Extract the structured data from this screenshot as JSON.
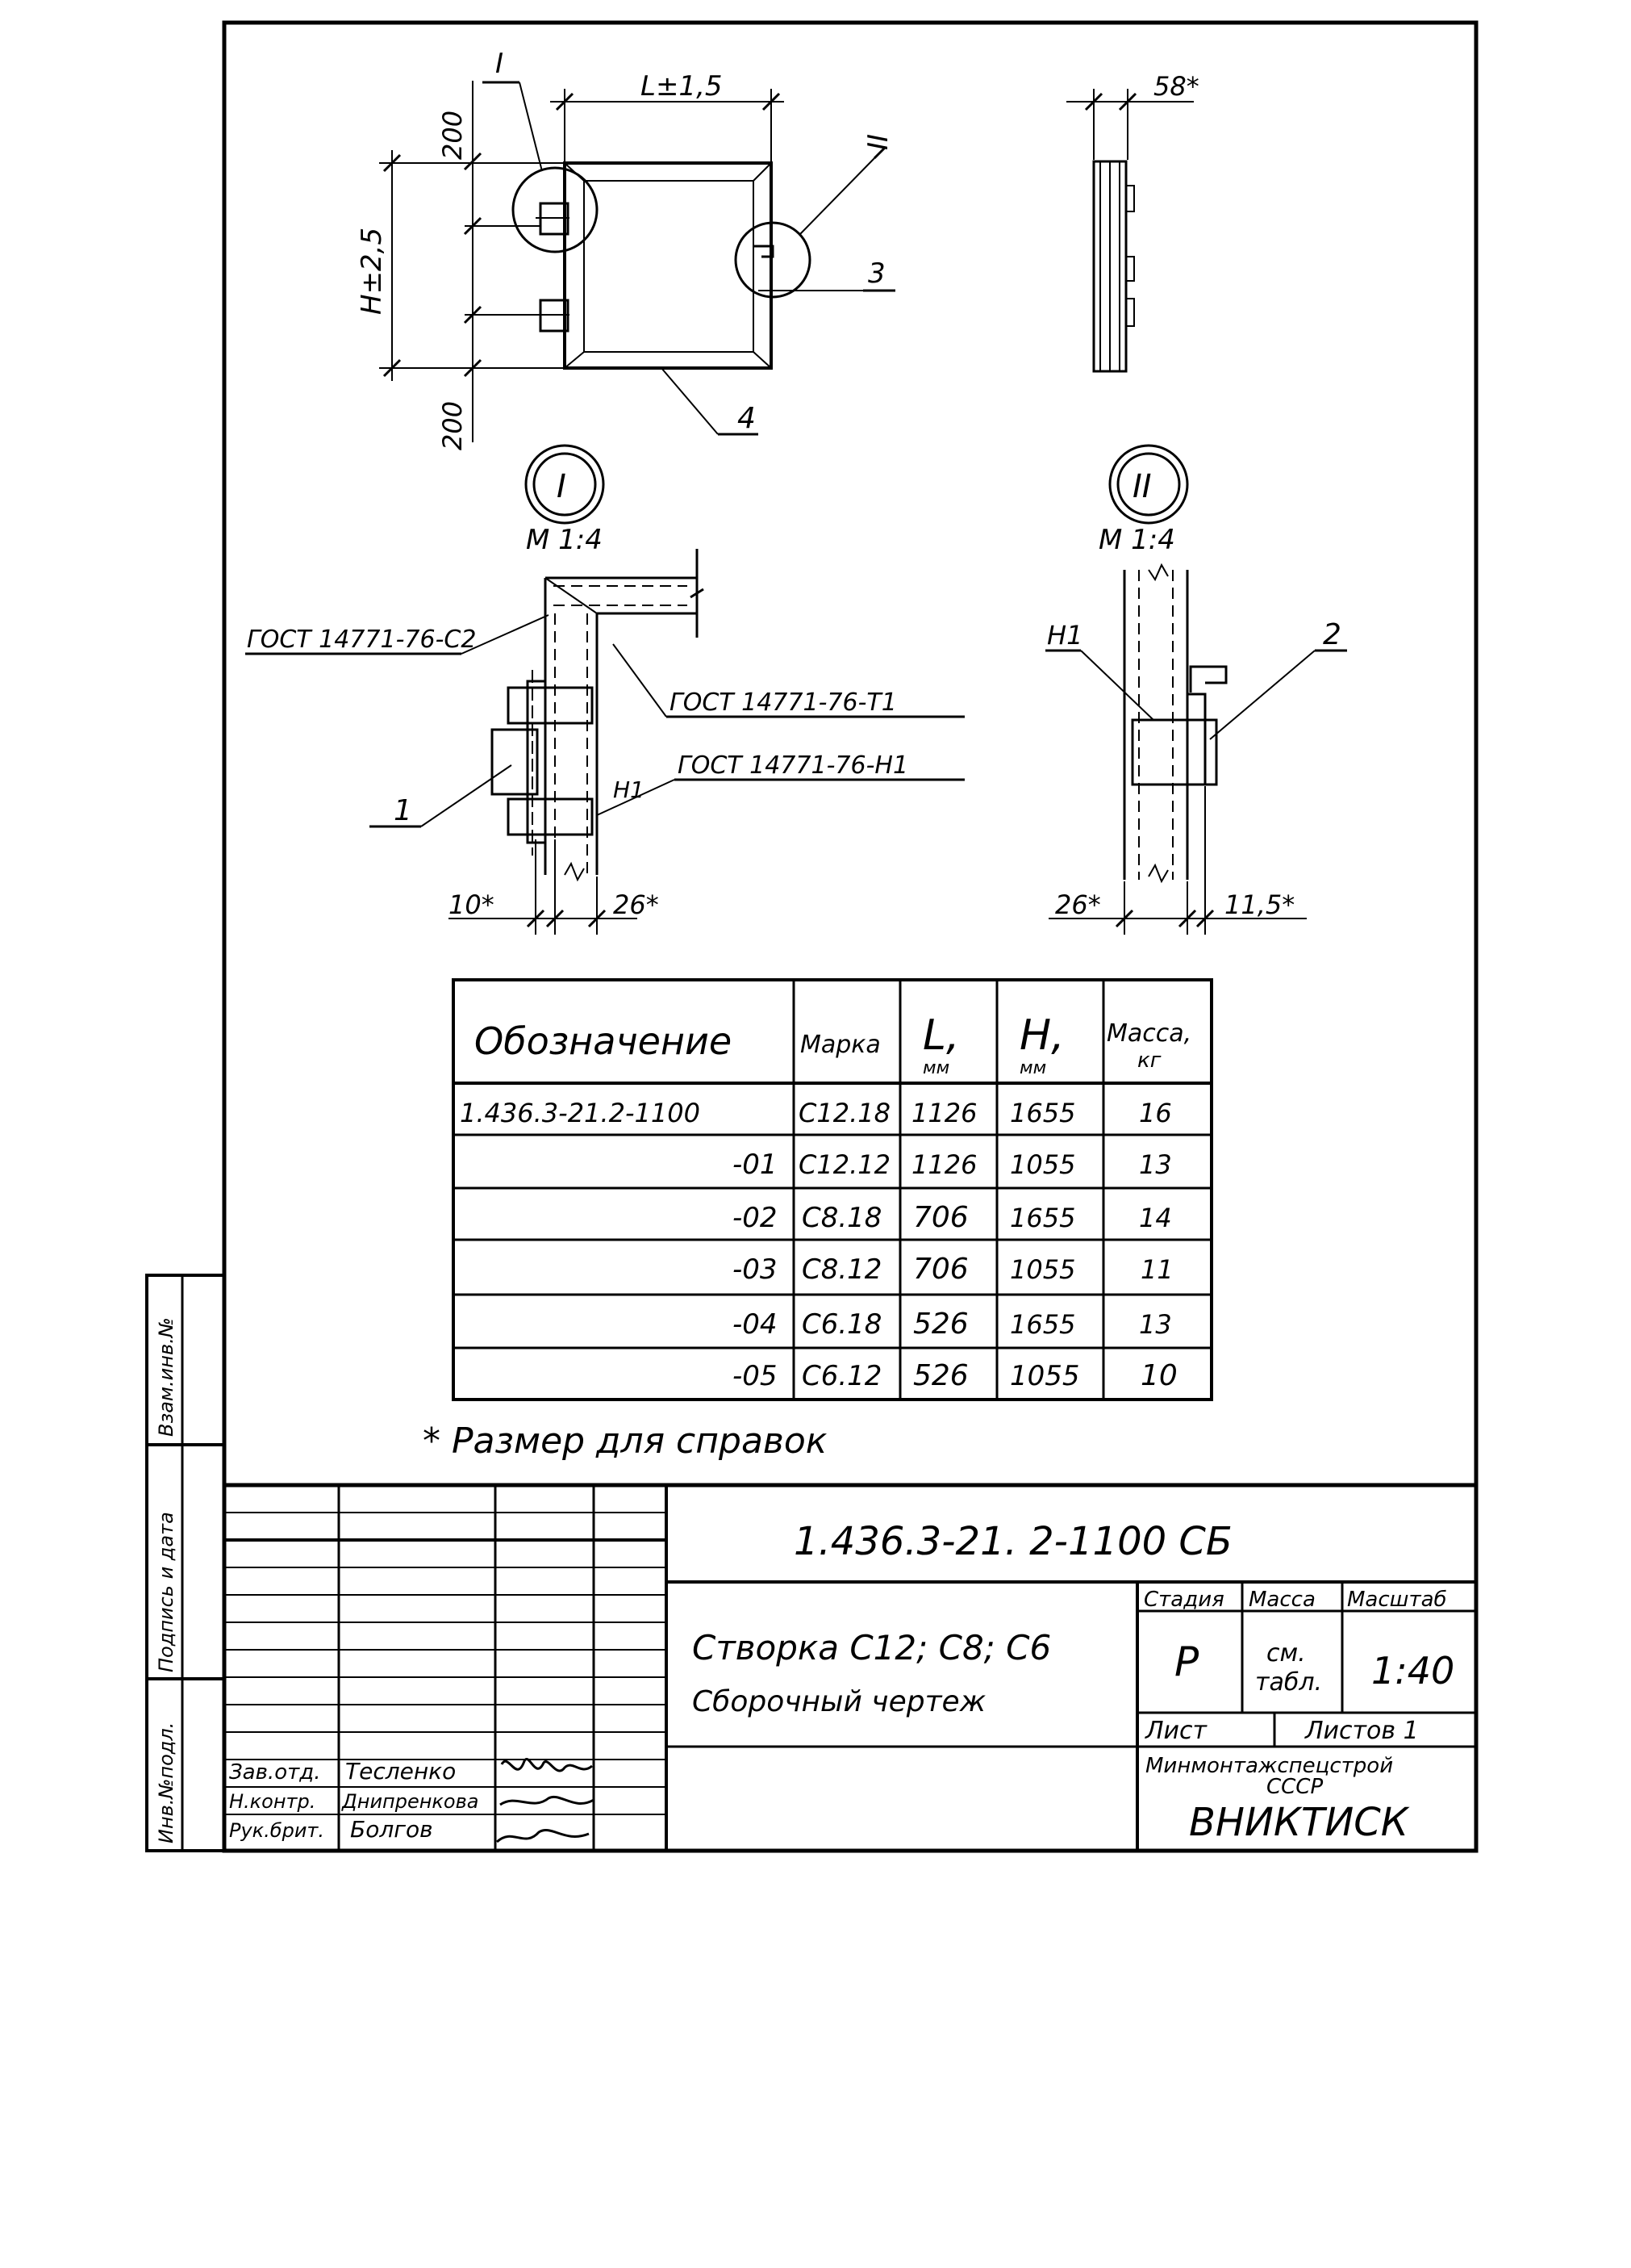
{
  "views": {
    "front": {
      "top_dim": "L±1,5",
      "height_dim": "H±2,5",
      "offset_top": "200",
      "offset_bottom": "200",
      "callout_1": "I",
      "callout_2": "II",
      "pos_3": "3",
      "pos_4": "4"
    },
    "side": {
      "thickness": "58*"
    },
    "detail_1": {
      "label": "I",
      "scale": "М 1:4",
      "weld_c2": "ГОСТ 14771-76-С2",
      "weld_t1": "ГОСТ 14771-76-Т1",
      "weld_n1": "ГОСТ 14771-76-Н1",
      "leg": "Н1",
      "pos_1": "1",
      "dim_left": "10*",
      "dim_right": "26*"
    },
    "detail_2": {
      "label": "II",
      "scale": "М 1:4",
      "weld": "Н1",
      "pos_2": "2",
      "dim_left": "26*",
      "dim_right": "11,5*"
    }
  },
  "spec_table": {
    "headers": {
      "designation": "Обозначение",
      "mark": "Марка",
      "l_main": "L,",
      "l_unit": "мм",
      "h_main": "H,",
      "h_unit": "мм",
      "mass_main": "Масса,",
      "mass_unit": "кг"
    },
    "rows": [
      {
        "designation": "1.436.3-21.2-1100",
        "mark": "С12.18",
        "l": "1126",
        "h": "1655",
        "mass": "16"
      },
      {
        "designation": "-01",
        "mark": "С12.12",
        "l": "1126",
        "h": "1055",
        "mass": "13"
      },
      {
        "designation": "-02",
        "mark": "С8.18",
        "l": "706",
        "h": "1655",
        "mass": "14"
      },
      {
        "designation": "-03",
        "mark": "С8.12",
        "l": "706",
        "h": "1055",
        "mass": "11"
      },
      {
        "designation": "-04",
        "mark": "С6.18",
        "l": "526",
        "h": "1655",
        "mass": "13"
      },
      {
        "designation": "-05",
        "mark": "С6.12",
        "l": "526",
        "h": "1055",
        "mass": "10"
      }
    ]
  },
  "note": "* Размер для справок",
  "side_stamp": {
    "inv_podl": "Инв.№подл.",
    "podpis": "Подпись и дата",
    "vzam": "Взам.инв.№"
  },
  "title_block": {
    "doc_code": "1.436.3-21. 2-1100 СБ",
    "name_line1": "Створка С12; С8; С6",
    "name_line2": "Сборочный чертеж",
    "stage_label": "Стадия",
    "mass_label": "Масса",
    "scale_label": "Масштаб",
    "stage": "Р",
    "mass_value1": "см.",
    "mass_value2": "табл.",
    "scale": "1:40",
    "sheet_label": "Лист",
    "sheets_label": "Листов 1",
    "ministry_line1": "Минмонтажспецстрой",
    "ministry_line2": "СССР",
    "org": "ВНИКТИСК",
    "people": [
      {
        "role": "Зав.отд.",
        "name": "Тесленко"
      },
      {
        "role": "Н.контр.",
        "name": "Днипренкова"
      },
      {
        "role": "Рук.брит.",
        "name": "Болгов"
      }
    ]
  }
}
